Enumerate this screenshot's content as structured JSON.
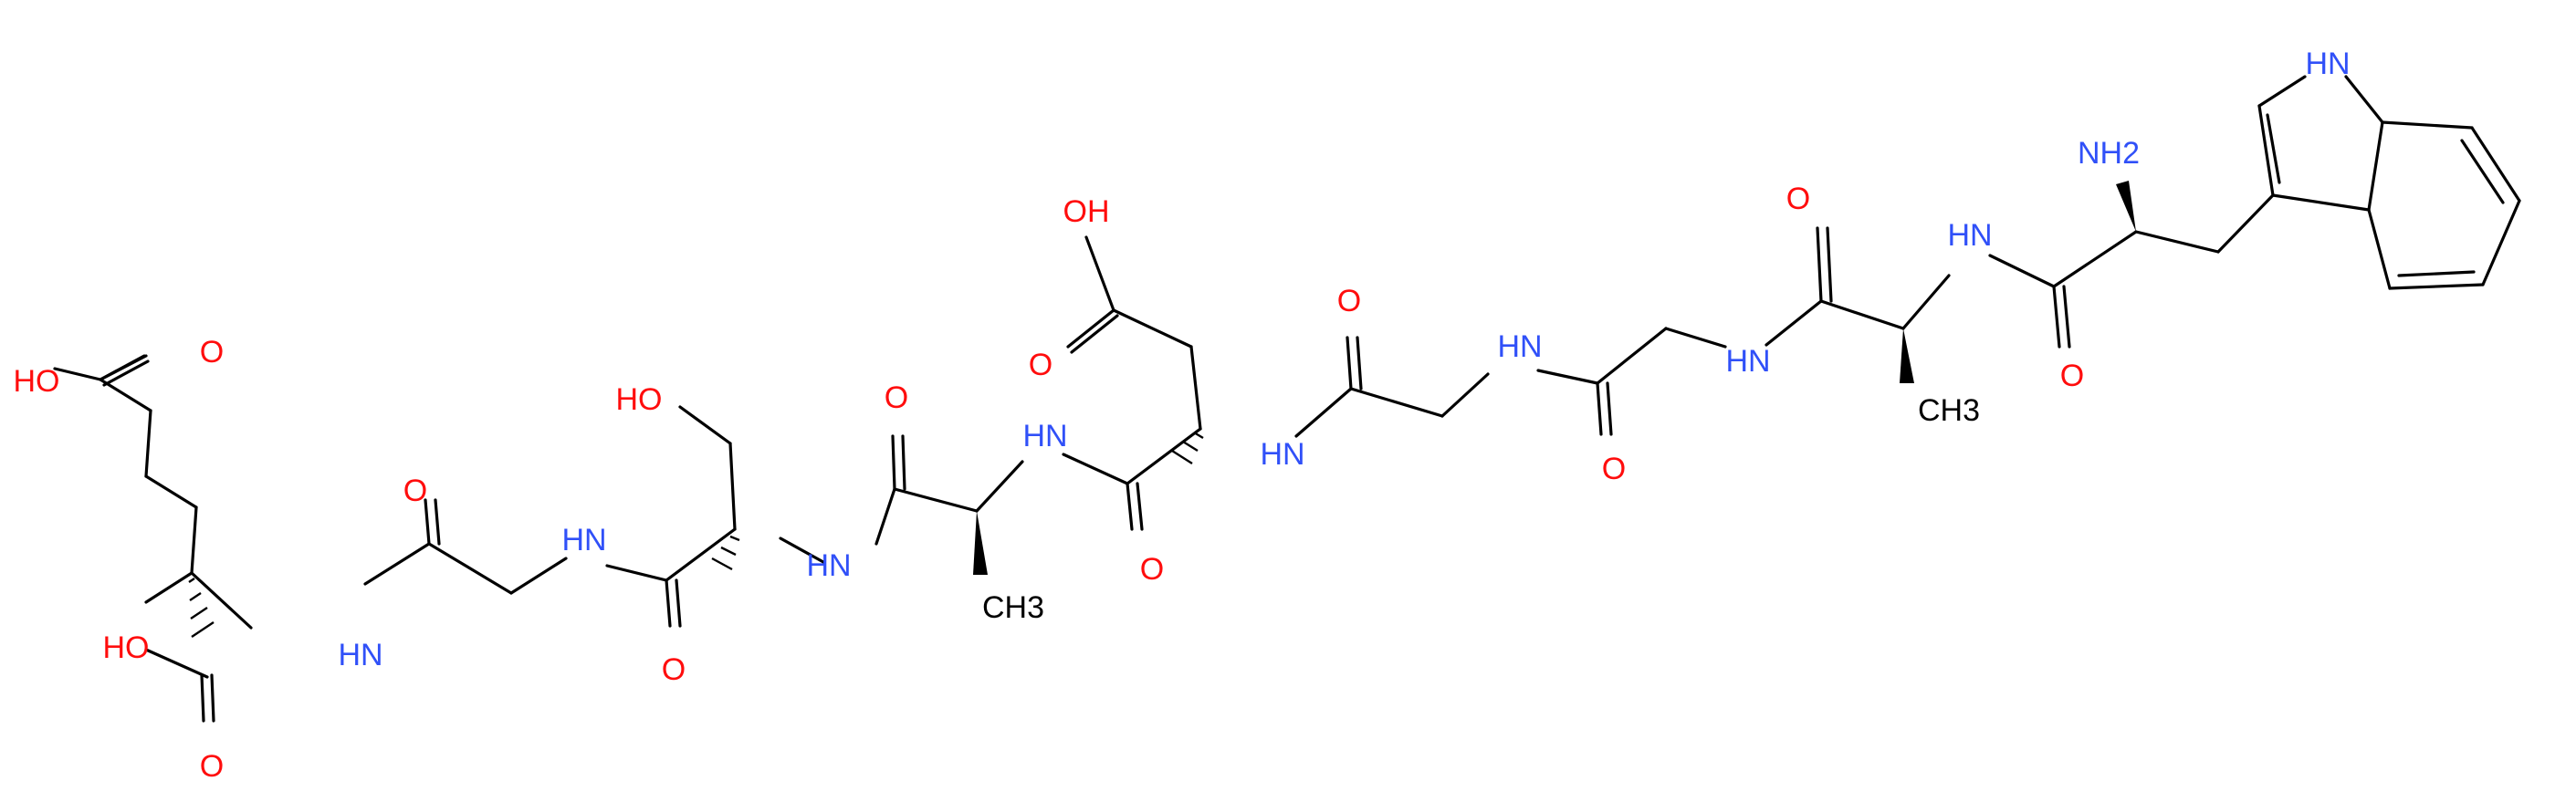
{
  "atom_labels": {
    "ho_glu_side": "HO",
    "o_glu_side": "O",
    "ho_glu_alpha": "HO",
    "o_glu_alpha": "O",
    "nh_glu": "HN",
    "o_gly2": "O",
    "nh_gly2": "HN",
    "o_ser": "O",
    "ho_ser": "HO",
    "nh_ser": "HN",
    "o_ala2": "O",
    "ch3_ala2": "CH3",
    "nh_ala2": "HN",
    "oh_asp_side": "OH",
    "o_asp_side": "O",
    "o_asp": "O",
    "nh_asp": "HN",
    "o_gly1b": "O",
    "nh_gly1b": "HN",
    "o_gly1a": "O",
    "nh_gly1a": "HN",
    "o_ala1": "O",
    "ch3_ala1": "CH3",
    "nh_ala1": "HN",
    "o_trp": "O",
    "nh2_trp": "NH2",
    "nh_indole": "HN"
  },
  "colors": {
    "oxygen": "#ff0d0d",
    "nitrogen": "#3050f8",
    "carbon": "#000000"
  }
}
